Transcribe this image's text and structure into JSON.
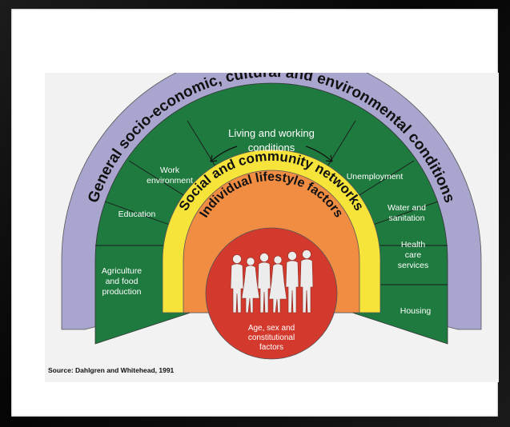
{
  "colors": {
    "outer_band": "#a8a5ce",
    "green": "#1e7a3e",
    "yellow": "#f7e43a",
    "orange": "#f18d43",
    "red": "#d33a2d",
    "text_dark": "#111111",
    "text_light": "#ffffff"
  },
  "diagram": {
    "outer_label": "General socio-economic, cultural and environmental conditions",
    "living_working": {
      "line1": "Living and working",
      "line2": "conditions"
    },
    "community_label": "Social and community networks",
    "lifestyle_label": "Individual lifestyle factors",
    "core": {
      "icon": "people-group-icon",
      "line1": "Age, sex and",
      "line2": "constitutional",
      "line3": "factors"
    },
    "left_cells": [
      {
        "lines": [
          "Agriculture",
          "and food",
          "production"
        ]
      },
      {
        "lines": [
          "Education"
        ]
      },
      {
        "lines": [
          "Work",
          "environment"
        ]
      }
    ],
    "right_cells": [
      {
        "lines": [
          "Unemployment"
        ]
      },
      {
        "lines": [
          "Water and",
          "sanitation"
        ]
      },
      {
        "lines": [
          "Health",
          "care",
          "services"
        ]
      },
      {
        "lines": [
          "Housing"
        ]
      }
    ],
    "source": "Source: Dahlgren and Whitehead, 1991"
  }
}
